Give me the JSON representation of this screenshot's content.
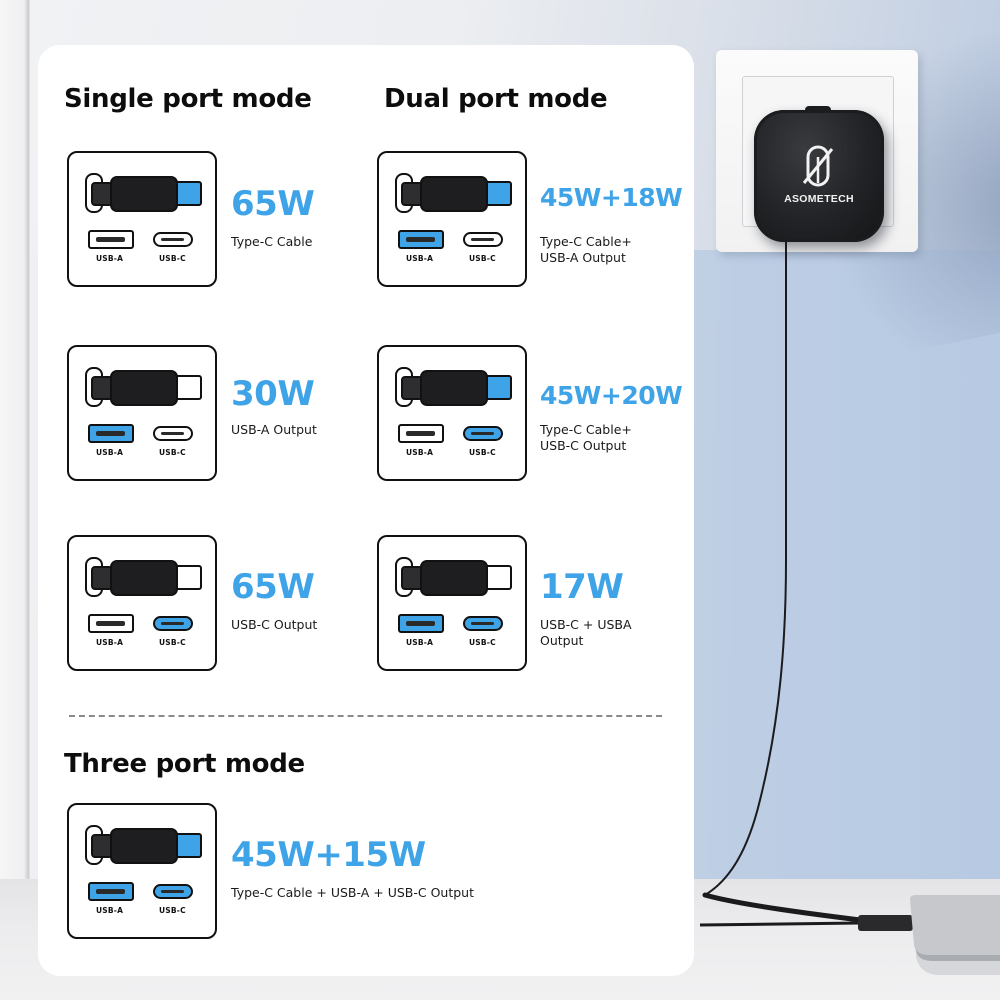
{
  "colors": {
    "accent": "#3fa3e8",
    "active_port": "#3fa3e8",
    "inactive_port": "#ffffff",
    "outline": "#111111",
    "cable_body": "#1e1e20"
  },
  "port_labels": {
    "usb_a": "USB-A",
    "usb_c": "USB-C"
  },
  "sections": {
    "single": {
      "title": "Single port mode",
      "modes": [
        {
          "watt": "65W",
          "desc": [
            "Type-C Cable"
          ],
          "cable_active": true,
          "usba_active": false,
          "usbc_active": false
        },
        {
          "watt": "30W",
          "desc": [
            "USB-A Output"
          ],
          "cable_active": false,
          "usba_active": true,
          "usbc_active": false
        },
        {
          "watt": "65W",
          "desc": [
            "USB-C Output"
          ],
          "cable_active": false,
          "usba_active": false,
          "usbc_active": true
        }
      ]
    },
    "dual": {
      "title": "Dual port mode",
      "modes": [
        {
          "watt": "45W+18W",
          "desc": [
            "Type-C Cable+",
            "USB-A Output"
          ],
          "cable_active": true,
          "usba_active": true,
          "usbc_active": false
        },
        {
          "watt": "45W+20W",
          "desc": [
            "Type-C Cable+",
            "USB-C Output"
          ],
          "cable_active": true,
          "usba_active": false,
          "usbc_active": true
        },
        {
          "watt": "17W",
          "desc": [
            "USB-C + USBA",
            "Output"
          ],
          "cable_active": false,
          "usba_active": true,
          "usbc_active": true
        }
      ]
    },
    "three": {
      "title": "Three port mode",
      "modes": [
        {
          "watt": "45W+15W",
          "desc": [
            "Type-C Cable + USB-A + USB-C Output"
          ],
          "cable_active": true,
          "usba_active": true,
          "usbc_active": true
        }
      ]
    }
  },
  "product": {
    "brand": "ASOMETECH"
  }
}
